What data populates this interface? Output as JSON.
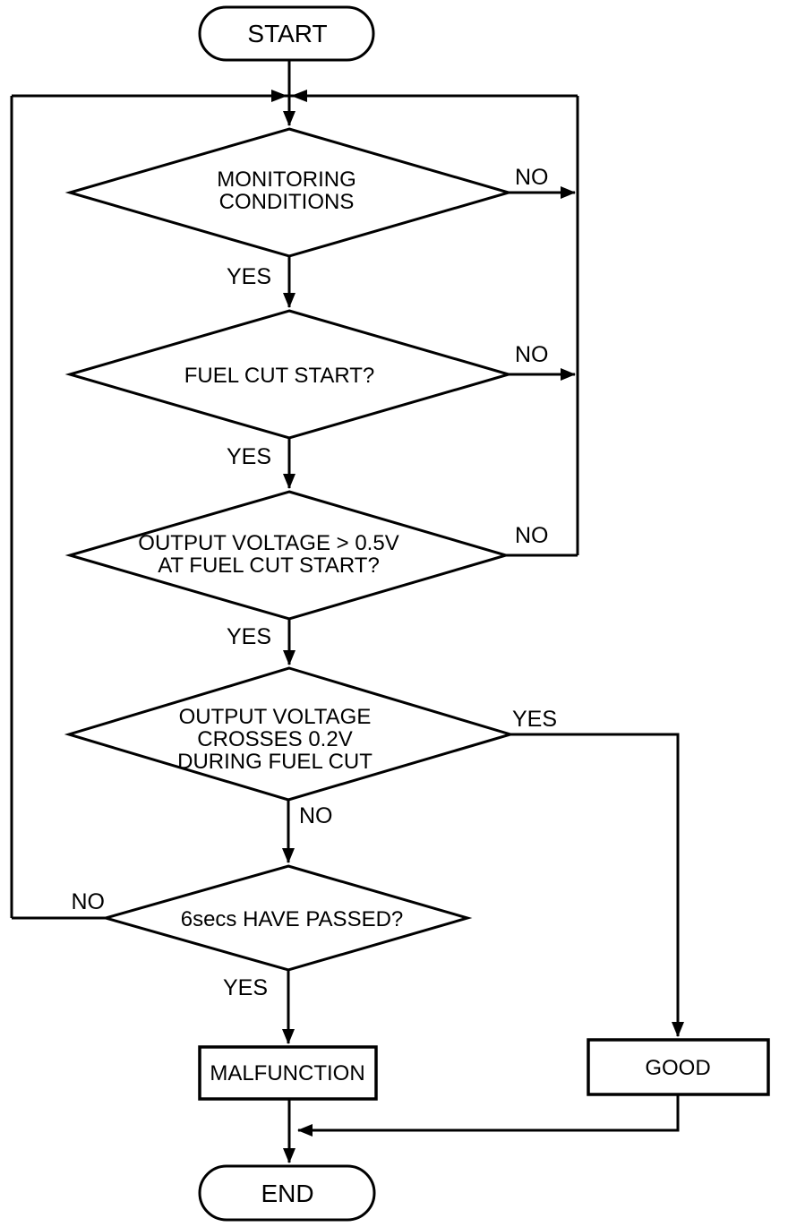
{
  "diagram": {
    "type": "flowchart",
    "colors": {
      "line": "#000000",
      "text": "#000000",
      "background": "#ffffff"
    },
    "nodes": {
      "start": {
        "type": "terminator",
        "label": "START"
      },
      "monitoring": {
        "type": "decision",
        "lines": [
          "MONITORING",
          "CONDITIONS"
        ]
      },
      "fuel_cut": {
        "type": "decision",
        "lines": [
          "FUEL CUT START?"
        ]
      },
      "output_05": {
        "type": "decision",
        "lines": [
          "OUTPUT VOLTAGE > 0.5V",
          "AT FUEL CUT START?"
        ]
      },
      "crosses_02": {
        "type": "decision",
        "lines": [
          "OUTPUT VOLTAGE",
          "CROSSES 0.2V",
          "DURING FUEL CUT"
        ]
      },
      "six_secs": {
        "type": "decision",
        "lines": [
          "6secs HAVE PASSED?"
        ]
      },
      "malfunction": {
        "type": "process",
        "label": "MALFUNCTION"
      },
      "good": {
        "type": "process",
        "label": "GOOD"
      },
      "end": {
        "type": "terminator",
        "label": "END"
      }
    },
    "edges": {
      "monitoring_no": {
        "from": "monitoring",
        "to": "right-return-line",
        "label": "NO"
      },
      "monitoring_yes": {
        "from": "monitoring",
        "to": "fuel_cut",
        "label": "YES"
      },
      "fuel_cut_no": {
        "from": "fuel_cut",
        "to": "right-return-line",
        "label": "NO"
      },
      "fuel_cut_yes": {
        "from": "fuel_cut",
        "to": "output_05",
        "label": "YES"
      },
      "output_05_no": {
        "from": "output_05",
        "to": "right-return-line",
        "label": "NO"
      },
      "output_05_yes": {
        "from": "output_05",
        "to": "crosses_02",
        "label": "YES"
      },
      "crosses_02_yes": {
        "from": "crosses_02",
        "to": "good",
        "label": "YES"
      },
      "crosses_02_no": {
        "from": "crosses_02",
        "to": "six_secs",
        "label": "NO"
      },
      "six_secs_no": {
        "from": "six_secs",
        "to": "left-return-line",
        "label": "NO"
      },
      "six_secs_yes": {
        "from": "six_secs",
        "to": "malfunction",
        "label": "YES"
      },
      "malfunction_out": {
        "from": "malfunction",
        "to": "end",
        "label": ""
      },
      "good_out": {
        "from": "good",
        "to": "end",
        "label": ""
      }
    }
  }
}
